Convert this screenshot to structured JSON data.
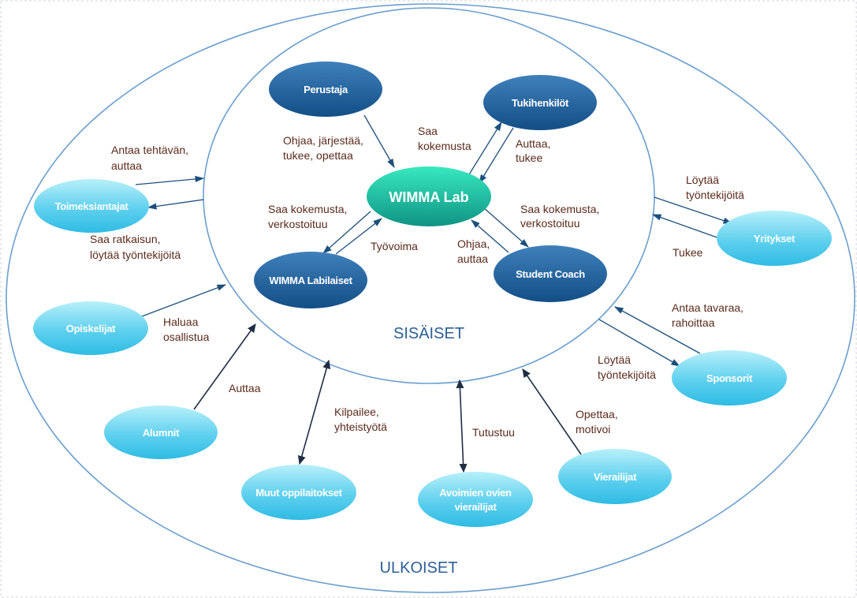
{
  "zones": {
    "inner_label": "SISÄISET",
    "outer_label": "ULKOISET"
  },
  "nodes": {
    "center": {
      "label": "WIMMA Lab",
      "color_top": "#2ee0b4",
      "color_bottom": "#139e88"
    },
    "perustaja": {
      "label": "Perustaja"
    },
    "tukihenkilot": {
      "label": "Tukihenkilöt"
    },
    "labilaiset": {
      "label": "WIMMA Labilaiset"
    },
    "student_coach": {
      "label": "Student Coach"
    },
    "toimeksiantajat": {
      "label": "Toimeksiantajat"
    },
    "opiskelijat": {
      "label": "Opiskelijat"
    },
    "alumnit": {
      "label": "Alumnit"
    },
    "muut_oppilaitokset": {
      "label": "Muut oppilaitokset"
    },
    "avoimien_ovien": {
      "label_line1": "Avoimien ovien",
      "label_line2": "vierailijat"
    },
    "vierailijat": {
      "label": "Vierailijat"
    },
    "sponsorit": {
      "label": "Sponsorit"
    },
    "yritykset": {
      "label": "Yritykset"
    }
  },
  "relations": {
    "perustaja": [
      "Ohjaa, järjestää,",
      "tukee, opettaa"
    ],
    "saa_kokemusta_tuki": [
      "Saa",
      "kokemusta"
    ],
    "auttaa_tukee": [
      "Auttaa,",
      "tukee"
    ],
    "labilaiset_saa": [
      "Saa kokemusta,",
      "verkostoituu"
    ],
    "tyovoima": [
      "Työvoima"
    ],
    "coach_saa": [
      "Saa kokemusta,",
      "verkostoituu"
    ],
    "ohjaa_auttaa": [
      "Ohjaa,",
      "auttaa"
    ],
    "antaa_tehtavan": [
      "Antaa tehtävän,",
      "auttaa"
    ],
    "saa_ratkaisun": [
      "Saa ratkaisun,",
      "löytää työntekijöitä"
    ],
    "haluaa_osallistua": [
      "Haluaa",
      "osallistua"
    ],
    "alumnit_auttaa": [
      "Auttaa"
    ],
    "kilpailee": [
      "Kilpailee,",
      "yhteistyötä"
    ],
    "tutustuu": [
      "Tutustuu"
    ],
    "opettaa_motivoi": [
      "Opettaa,",
      "motivoi"
    ],
    "sponsorit_loytaa": [
      "Löytää",
      "työntekijöitä"
    ],
    "antaa_tavaraa": [
      "Antaa tavaraa,",
      "rahoittaa"
    ],
    "yritykset_loytaa": [
      "Löytää",
      "työntekijöitä"
    ],
    "tukee": [
      "Tukee"
    ]
  },
  "colors": {
    "dark_node_top": "#3a7ab5",
    "dark_node_bottom": "#16528a",
    "light_node_top": "#a9ecf8",
    "light_node_bottom": "#33bfe6",
    "zone_stroke": "#6a9fcf",
    "arrow": "#1c4f7c",
    "relation_text": "#5a2a1a",
    "zone_text": "#2c5f96"
  }
}
